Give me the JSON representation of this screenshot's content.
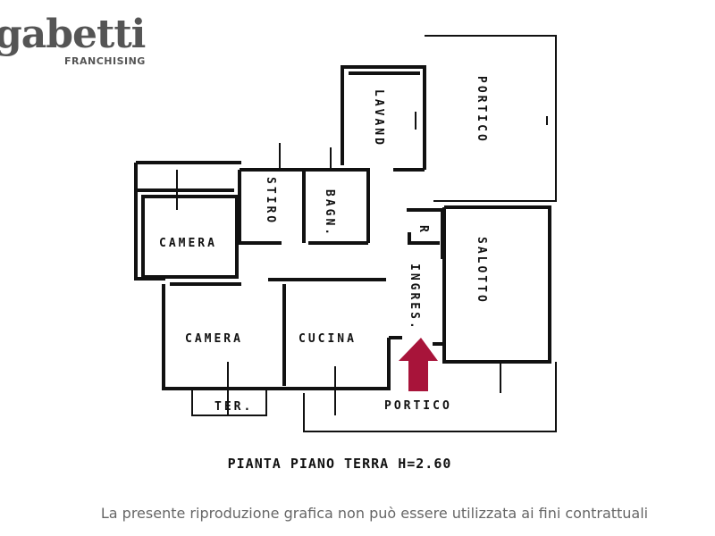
{
  "logo": {
    "word": "gabetti",
    "sub": "FRANCHISING"
  },
  "rooms": {
    "camera_1": "CAMERA",
    "camera_2": "CAMERA",
    "stiro": "STIRO",
    "bagno": "BAGN.",
    "lavanderia": "LAVAND",
    "portico_top": "PORTICO",
    "salotto": "SALOTTO",
    "ingresso": "INGRES.",
    "ripostiglio": "R",
    "cucina": "CUCINA",
    "terrazzo": "TER.",
    "portico_bottom": "PORTICO"
  },
  "plan_title": "PIANTA PIANO TERRA H=2.60",
  "disclaimer": "La presente riproduzione grafica non può essere utilizzata ai fini contrattuali",
  "colors": {
    "entrance_arrow": "#a8143a",
    "walls": "#111111",
    "disclaimer": "#666666"
  }
}
